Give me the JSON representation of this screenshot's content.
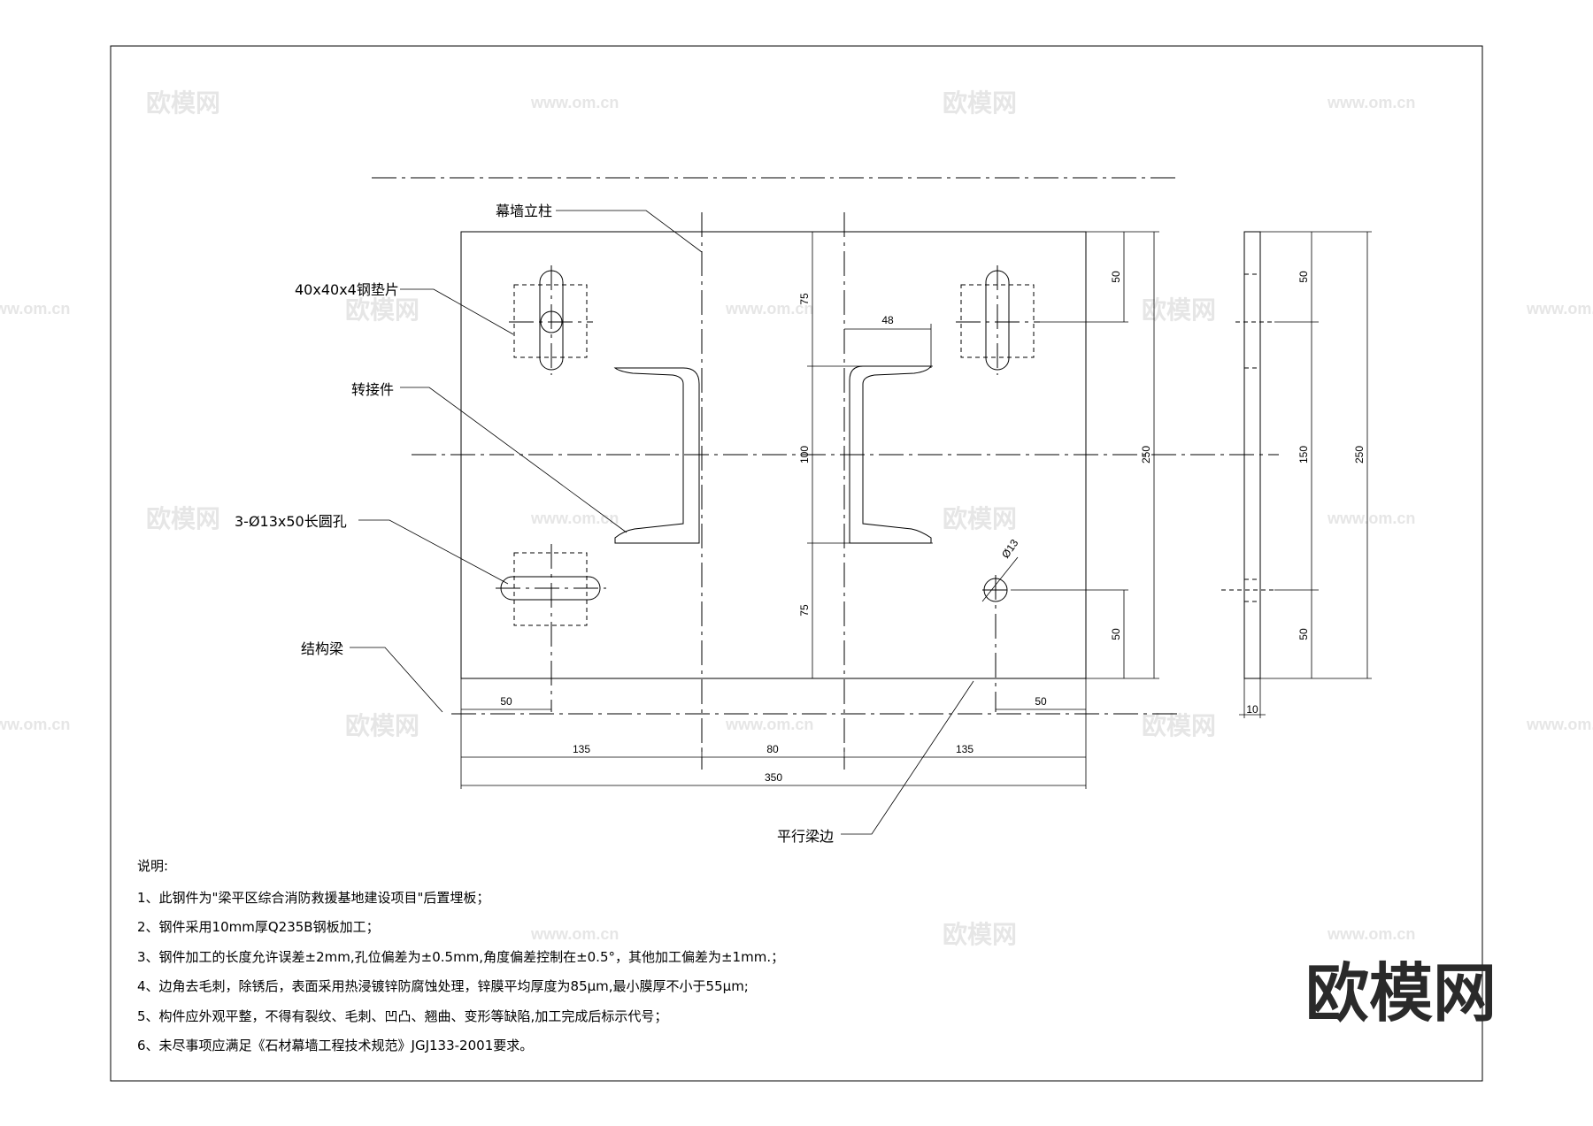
{
  "callouts": {
    "column": "幕墙立柱",
    "shim": "40x40x4钢垫片",
    "adapter": "转接件",
    "slots": "3-Ø13x50长圆孔",
    "beam": "结构梁",
    "beam_edge": "平行梁边"
  },
  "dimensions": {
    "d135_left": "135",
    "d80": "80",
    "d135_right": "135",
    "d350": "350",
    "d50_bottom_left": "50",
    "d50_bottom_right": "50",
    "d75_top": "75",
    "d100": "100",
    "d75_bottom": "75",
    "d48": "48",
    "d50_right_top": "50",
    "d50_right_bottom": "50",
    "d250_front": "250",
    "d_hole": "Ø13",
    "side_50_top": "50",
    "side_150": "150",
    "side_50_bottom": "50",
    "side_250": "250",
    "side_10": "10"
  },
  "notes": {
    "heading": "说明:",
    "items": [
      "1、此钢件为\"梁平区综合消防救援基地建设项目\"后置埋板；",
      "2、钢件采用10mm厚Q235B钢板加工；",
      "3、钢件加工的长度允许误差±2mm,孔位偏差为±0.5mm,角度偏差控制在±0.5°，其他加工偏差为±1mm.；",
      "4、边角去毛刺，除锈后，表面采用热浸镀锌防腐蚀处理，锌膜平均厚度为85μm,最小膜厚不小于55μm;",
      "5、构件应外观平整，不得有裂纹、毛刺、凹凸、翘曲、变形等缺陷,加工完成后标示代号；",
      "6、未尽事项应满足《石材幕墙工程技术规范》JGJ133-2001要求。"
    ]
  },
  "watermark": {
    "brand": "欧模网",
    "url": "www.om.cn"
  }
}
